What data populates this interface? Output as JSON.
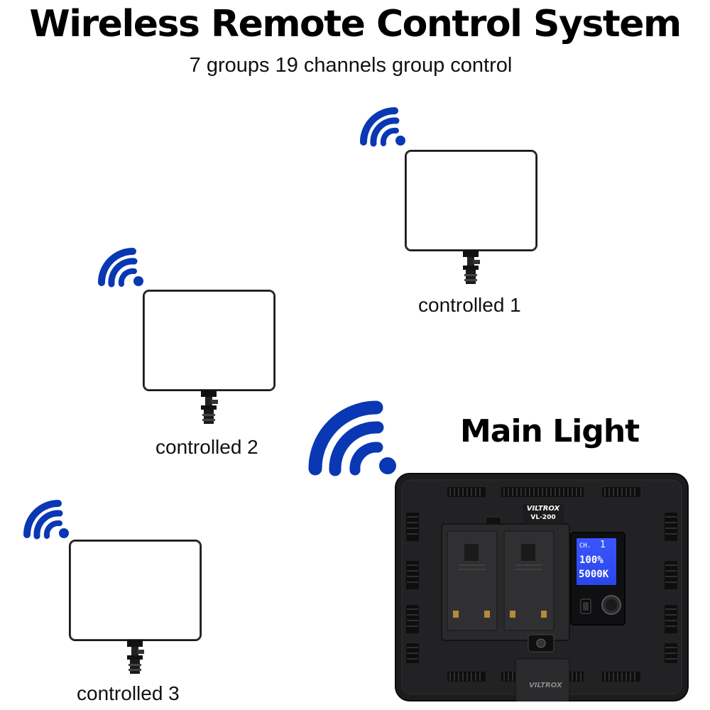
{
  "header": {
    "title": "Wireless Remote Control System",
    "subtitle": "7 groups 19 channels group control"
  },
  "lights": [
    {
      "caption": "controlled 1"
    },
    {
      "caption": "controlled 2"
    },
    {
      "caption": "controlled 3"
    }
  ],
  "main_light": {
    "title": "Main Light",
    "brand": "VILTROX",
    "model": "VL-200",
    "lcd": {
      "channel_label": "CH.",
      "channel_value": "1",
      "brightness": "100%",
      "color_temp": "5000K"
    }
  },
  "colors": {
    "signal_blue": "#0a37b4",
    "lcd_blue": "#2b46e8",
    "panel_body": "#1c1c1e"
  },
  "icons": [
    "wifi-signal-icon",
    "camera-mount-icon",
    "power-switch-icon",
    "dimmer-knob-icon"
  ]
}
